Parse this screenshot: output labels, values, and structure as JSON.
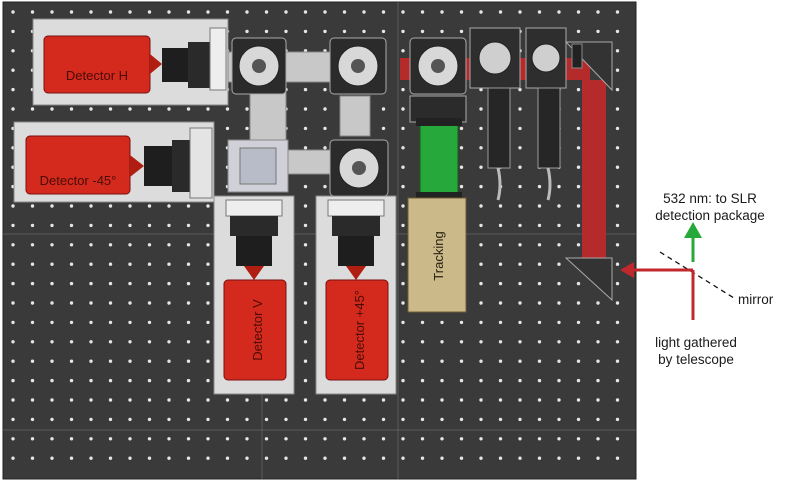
{
  "detectors": {
    "h": "Detector H",
    "minus45": "Detector -45°",
    "v": "Detector V",
    "plus45": "Detector +45°"
  },
  "tracking": "Tracking",
  "annotations": {
    "output_line1": "532 nm: to SLR",
    "output_line2": "detection package",
    "mirror": "mirror",
    "input_line1": "light gathered",
    "input_line2": "by telescope"
  },
  "colors": {
    "breadboard": "#3a3a3a",
    "detector_red": "#d42a1e",
    "beam_red": "#b52a2a",
    "beam_green": "#27a83a",
    "tracking_tan": "#cbb98a",
    "housing_grey": "#d4d4d4"
  }
}
